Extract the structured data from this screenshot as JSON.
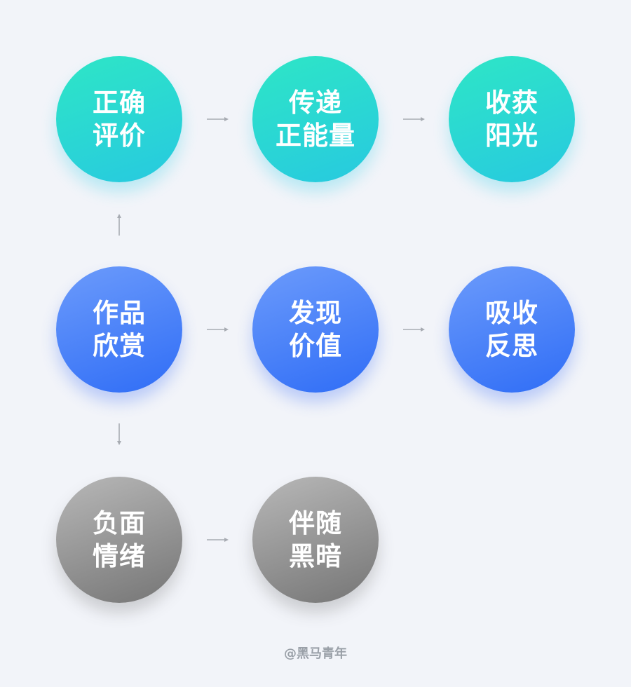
{
  "nodes": {
    "correct_evaluation": "正确\n评价",
    "spread_positive_energy": "传递\n正能量",
    "gain_sunshine": "收获\n阳光",
    "artwork_appreciation": "作品\n欣赏",
    "discover_value": "发现\n价值",
    "absorb_reflect": "吸收\n反思",
    "negative_emotion": "负面\n情绪",
    "accompany_darkness": "伴随\n黑暗"
  },
  "footer": "@黑马青年",
  "colors": {
    "background": "#f2f4f9",
    "teal": "#2ee6c6",
    "blue": "#2f6df6",
    "gray": "#757575",
    "arrow": "#a7abb2",
    "footer_text": "#9aa0a8"
  }
}
